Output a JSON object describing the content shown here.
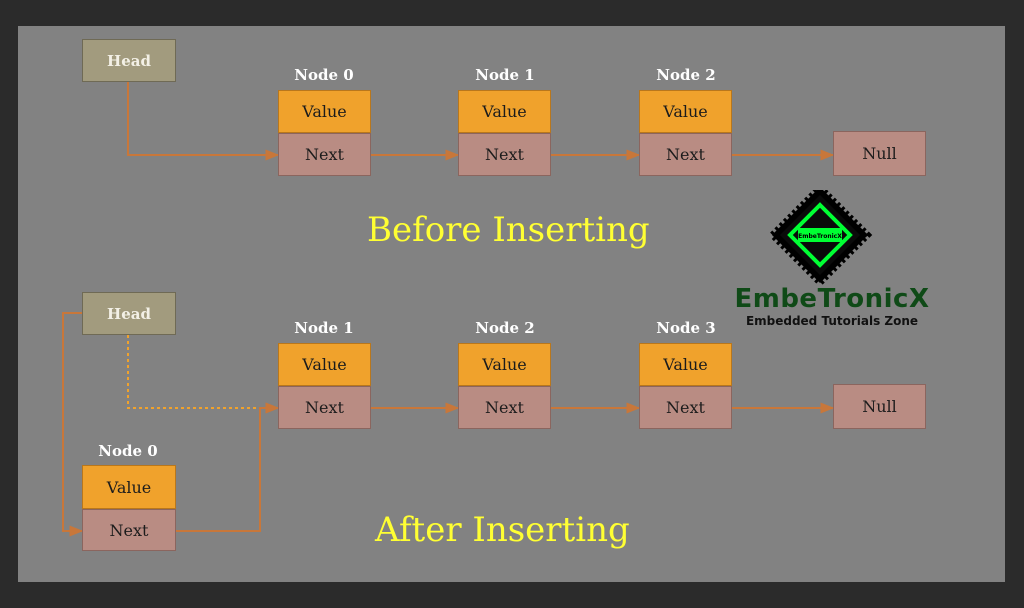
{
  "head_label": "Head",
  "value_label": "Value",
  "next_label": "Next",
  "null_label": "Null",
  "before": {
    "caption": "Before Inserting",
    "nodes": [
      "Node 0",
      "Node 1",
      "Node 2"
    ]
  },
  "after": {
    "caption": "After Inserting",
    "nodes": [
      "Node 1",
      "Node 2",
      "Node 3"
    ],
    "inserted_node": "Node 0"
  },
  "logo": {
    "badge_text": "EmbeTronicX",
    "title": "EmbeTronicX",
    "subtitle": "Embedded Tutorials Zone"
  },
  "colors": {
    "background": "#828282",
    "value_fill": "#f0a22c",
    "next_fill": "#b98c83",
    "head_fill": "#a29b7e",
    "arrow": "#c8773a",
    "caption": "#ffff33",
    "logo_green": "#00ff33"
  }
}
